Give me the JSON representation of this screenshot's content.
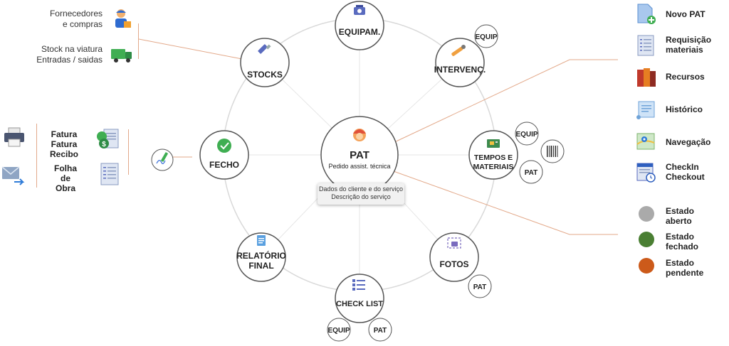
{
  "center": {
    "title": "PAT",
    "subtitle": "Pedido assist. técnica"
  },
  "tooltip": {
    "line1": "Dados do cliente e do serviço",
    "line2": "Descrição do serviço"
  },
  "nodes": {
    "equipam": "EQUIPAM.",
    "intervenc": "INTERVENÇ.",
    "tempos_line1": "TEMPOS E",
    "tempos_line2": "MATERIAIS",
    "fotos": "FOTOS",
    "checklist": "CHECK LIST",
    "relatorio_line1": "RELATÓRIO",
    "relatorio_line2": "FINAL",
    "fecho": "FECHO",
    "stocks": "STOCKS"
  },
  "badges": {
    "intervenc_equip": "EQUIP",
    "tempos_equip": "EQUIP",
    "tempos_pat": "PAT",
    "fotos_pat": "PAT",
    "checklist_equip": "EQUIP",
    "checklist_pat": "PAT"
  },
  "left": {
    "fornecedores_line1": "Fornecedores",
    "fornecedores_line2": "e compras",
    "stock_line1": "Stock na viatura",
    "stock_line2": "Entradas / saidas",
    "fatura_line1": "Fatura",
    "fatura_line2": "Fatura",
    "fatura_line3": "Recibo",
    "folha_line1": "Folha",
    "folha_line2": "de",
    "folha_line3": "Obra"
  },
  "right_menu": [
    {
      "line1": "Novo PAT",
      "line2": "",
      "icon": "new-document-icon"
    },
    {
      "line1": "Requisição",
      "line2": "materiais",
      "icon": "requisition-list-icon"
    },
    {
      "line1": "Recursos",
      "line2": "",
      "icon": "books-icon"
    },
    {
      "line1": "Histórico",
      "line2": "",
      "icon": "history-scroll-icon"
    },
    {
      "line1": "Navegação",
      "line2": "",
      "icon": "map-icon"
    },
    {
      "line1": "CheckIn",
      "line2": "Checkout",
      "icon": "checkin-clock-icon"
    }
  ],
  "states": [
    {
      "line1": "Estado",
      "line2": "aberto",
      "color": "#aaaaaa"
    },
    {
      "line1": "Estado",
      "line2": "fechado",
      "color": "#4a7f33"
    },
    {
      "line1": "Estado",
      "line2": "pendente",
      "color": "#cc5a1a"
    }
  ],
  "colors": {
    "connector": "#e3a98a",
    "ring": "#d9d9d9",
    "spoke": "#e6e6e6",
    "node_border": "#555555"
  }
}
